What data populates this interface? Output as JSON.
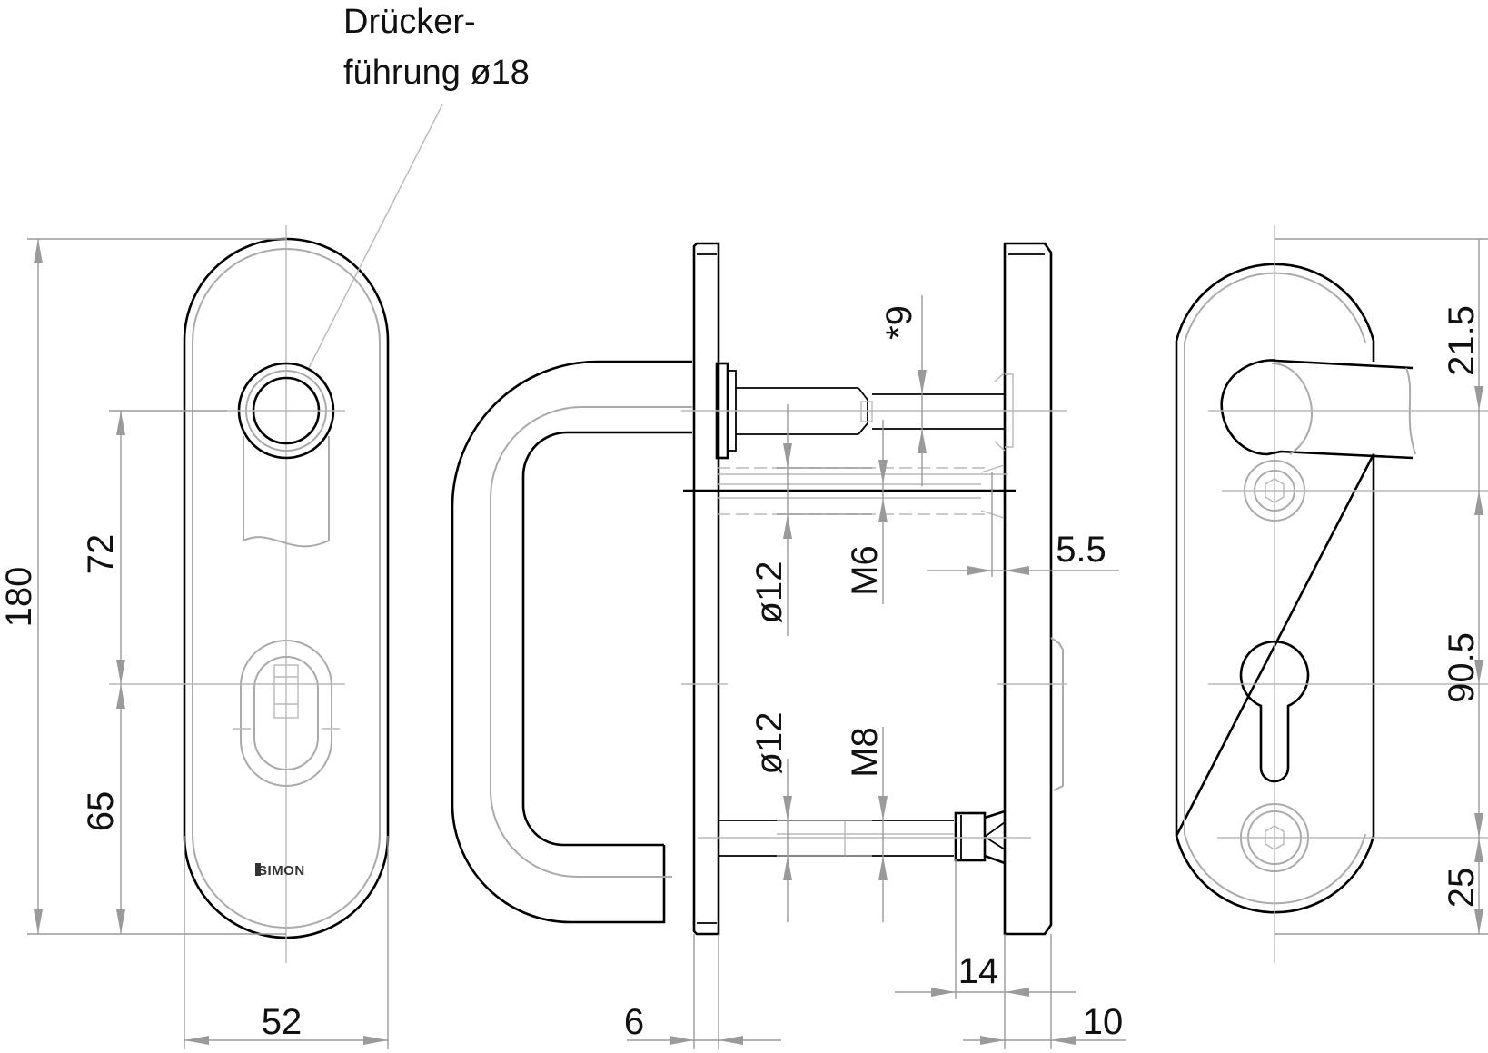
{
  "callout": {
    "line1": "Drücker-",
    "line2": "führung ø18"
  },
  "brand_logo": "SIMON",
  "dimensions": {
    "total_height": "180",
    "upper_distance": "72",
    "lower_distance": "65",
    "plate_width": "52",
    "rose_thickness": "6",
    "inner_plate_thickness": "10",
    "spindle_offset": "*9",
    "screw_collar": "14",
    "gap": "5.5",
    "bolt_diameter_top": "ø12",
    "thread_top": "M6",
    "bolt_diameter_bottom": "ø12",
    "thread_bottom": "M8",
    "top_offset": "21.5",
    "middle_distance": "90.5",
    "bottom_offset": "25"
  }
}
